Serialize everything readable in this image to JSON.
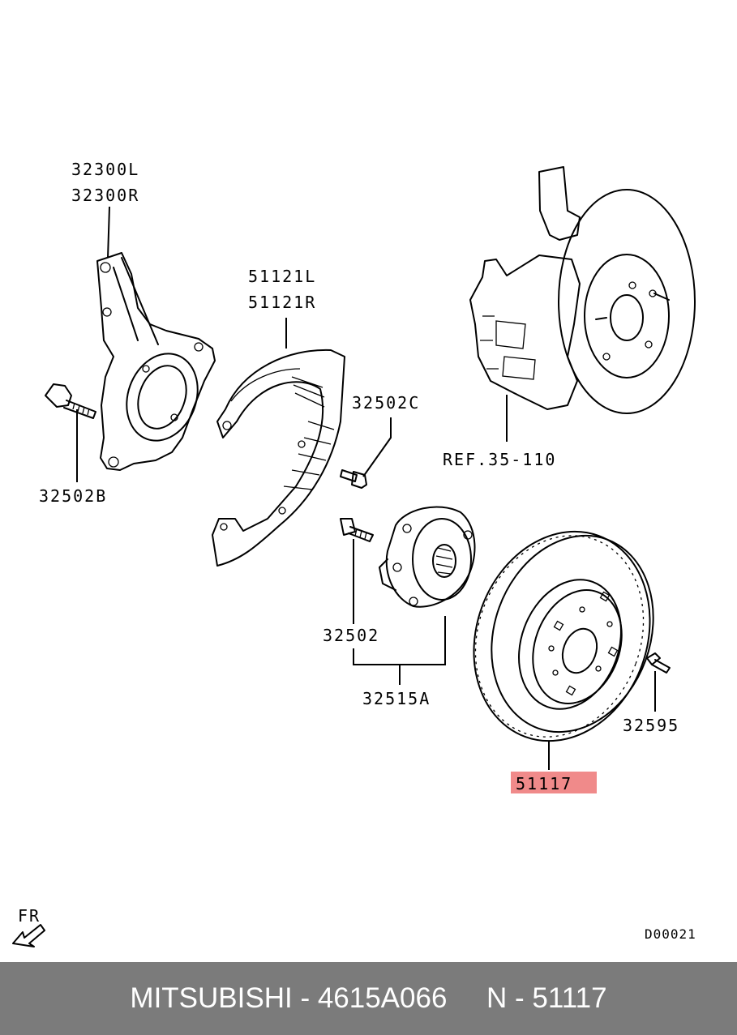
{
  "diagram": {
    "labels": {
      "knuckle_l": "32300L",
      "knuckle_r": "32300R",
      "shield_l": "51121L",
      "shield_r": "51121R",
      "bolt_c": "32502C",
      "ref": "REF.35-110",
      "bolt_b": "32502B",
      "hub_bolt": "32502",
      "hub_assy": "32515A",
      "screw": "32595",
      "rotor": "51117"
    },
    "highlight_color": "#f08a8a",
    "direction_label": "FR",
    "direction_icon": "arrow-front-icon",
    "figure_code": "D00021"
  },
  "footer": {
    "brand": "MITSUBISHI",
    "part_number": "4615A066",
    "ref_number": "N - 51117",
    "background": "#7b7b7b",
    "text": "MITSUBISHI - 4615A066     N - 51117"
  }
}
